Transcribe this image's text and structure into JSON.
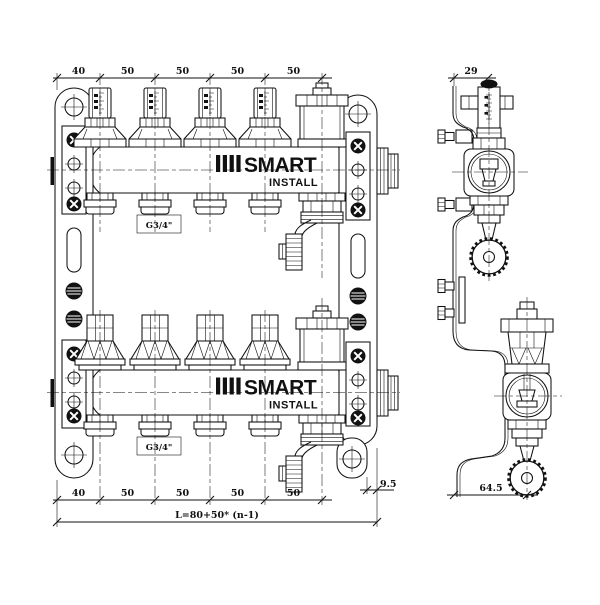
{
  "brand": {
    "name": "SMART",
    "subtitle": "INSTALL",
    "logo_bars": "IIII"
  },
  "front_view": {
    "top_dims": [
      "40",
      "50",
      "50",
      "50",
      "50"
    ],
    "bottom_dims": [
      "40",
      "50",
      "50",
      "50",
      "50"
    ],
    "length_formula": "L=80+50* (n-1)",
    "right_offset_dim": "9.5",
    "port_label_top": "G3/4\"",
    "port_label_bottom": "G3/4\""
  },
  "side_view": {
    "top_dim": "29",
    "bottom_dim": "64.5"
  }
}
